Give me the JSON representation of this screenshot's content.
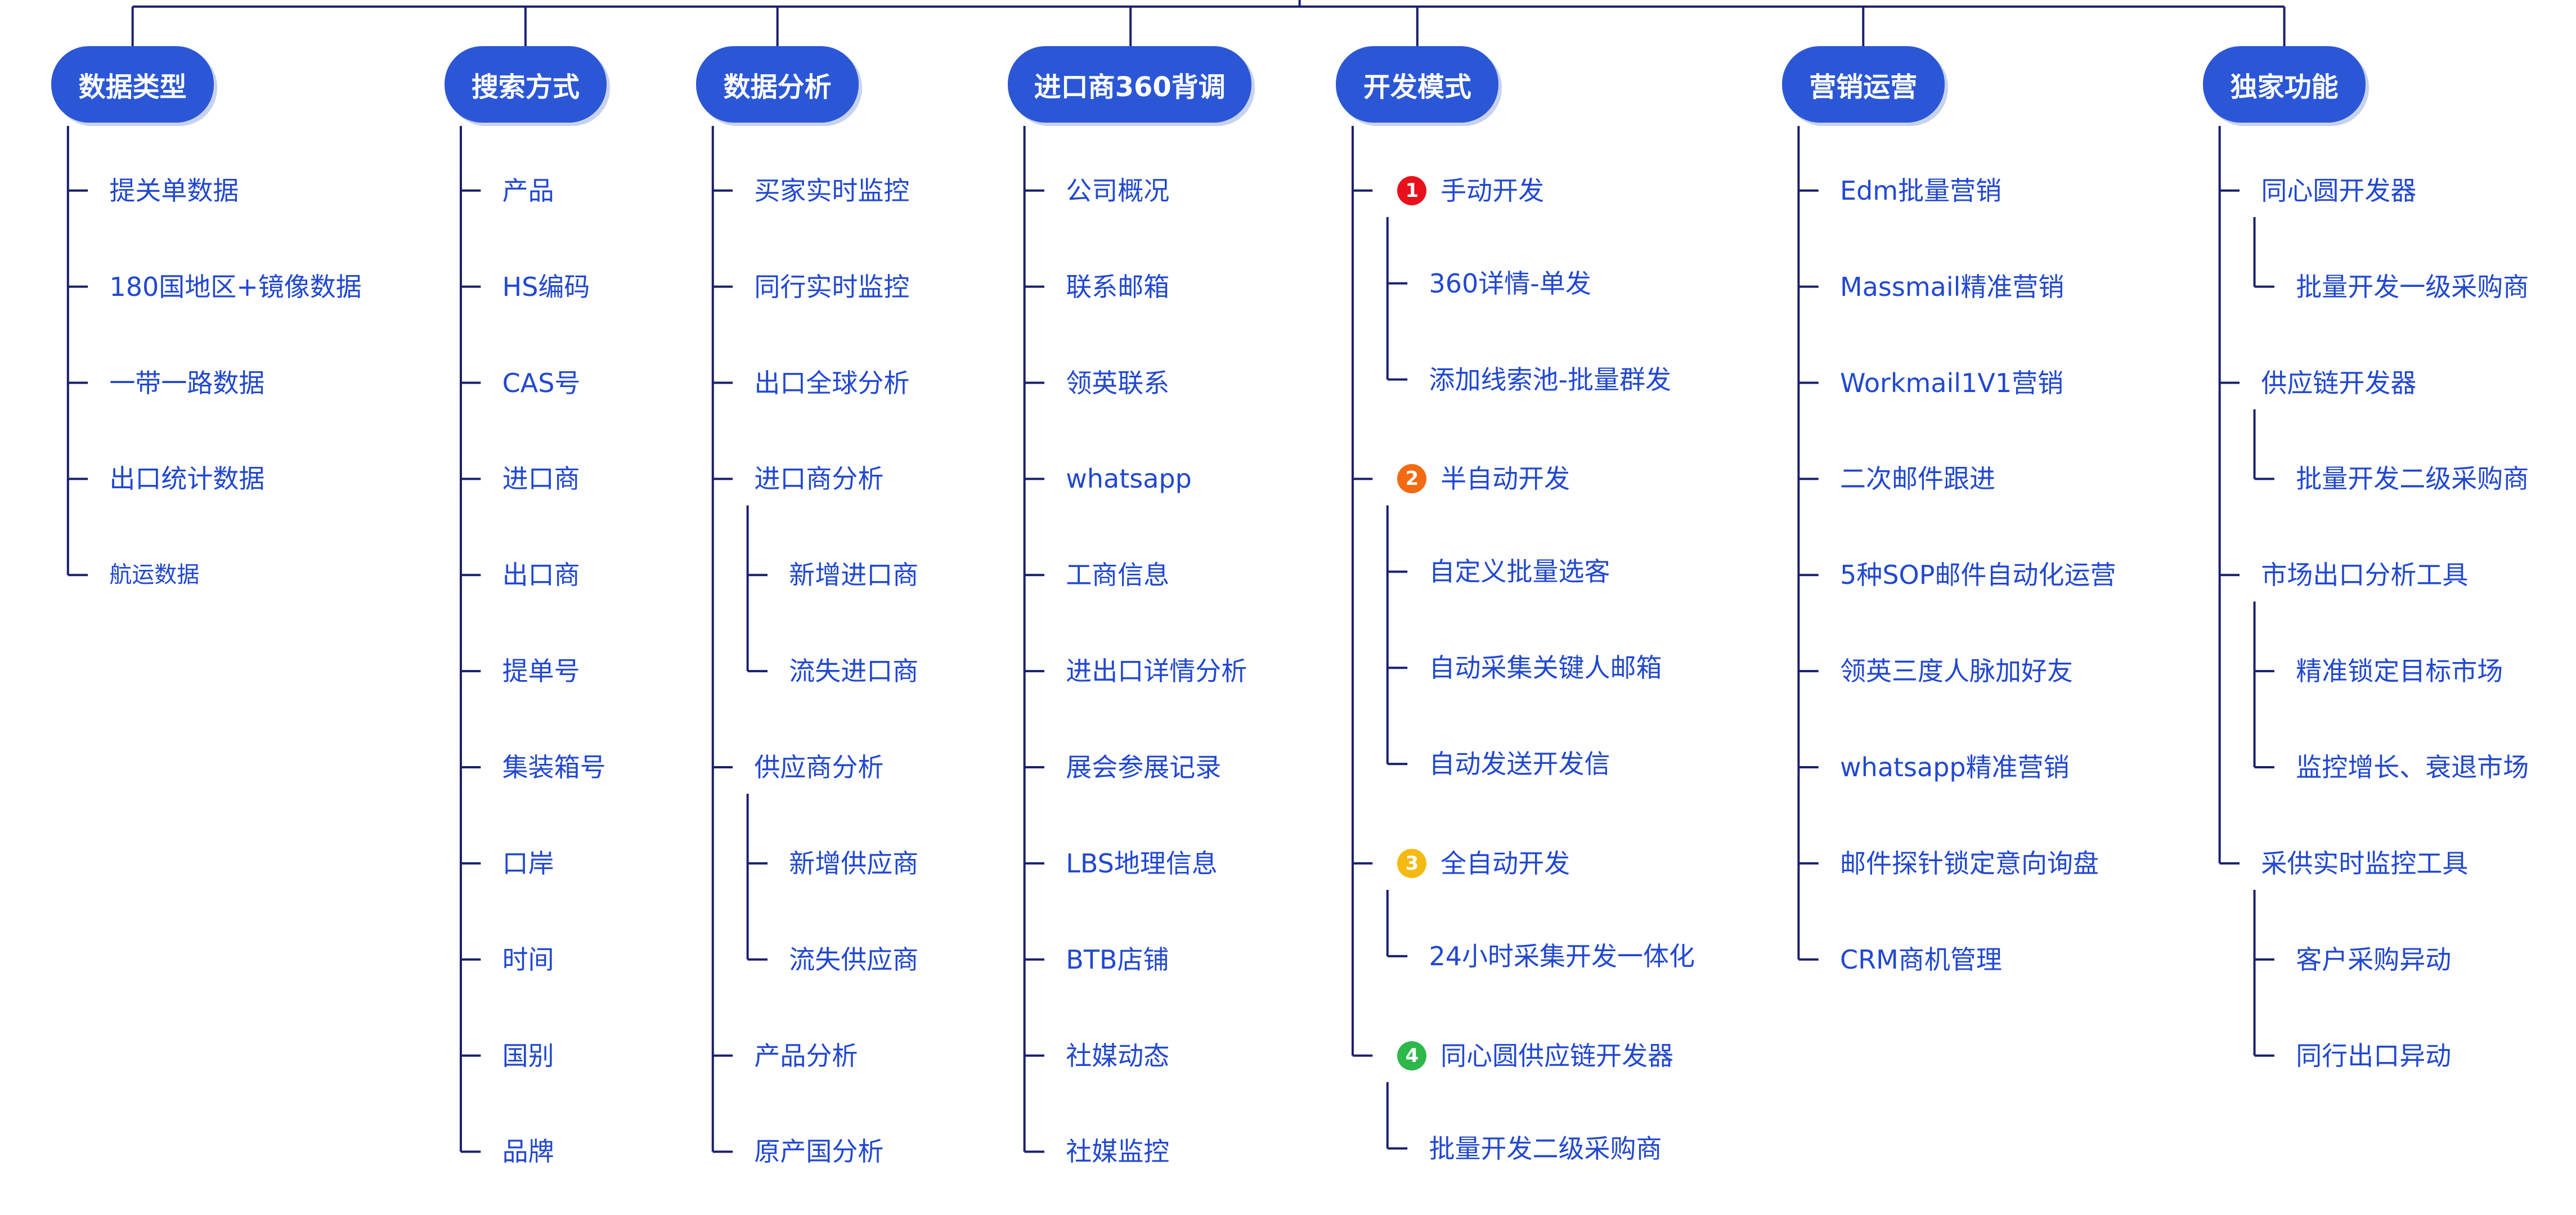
{
  "colors": {
    "pill": "#2b57d6",
    "line": "#1a1f6e",
    "text": "#2148d0",
    "badge1": "#e8101a",
    "badge2": "#f26a12",
    "badge3": "#f5b914",
    "badge4": "#2eb84a"
  },
  "columns": [
    {
      "title": "数据类型",
      "items": [
        {
          "label": "提关单数据"
        },
        {
          "label": "180国地区+镜像数据"
        },
        {
          "label": "一带一路数据"
        },
        {
          "label": "出口统计数据"
        },
        {
          "label": "航运数据"
        }
      ]
    },
    {
      "title": "搜索方式",
      "items": [
        {
          "label": "产品"
        },
        {
          "label": "HS编码"
        },
        {
          "label": "CAS号"
        },
        {
          "label": "进口商"
        },
        {
          "label": "出口商"
        },
        {
          "label": "提单号"
        },
        {
          "label": "集装箱号"
        },
        {
          "label": "口岸"
        },
        {
          "label": "时间"
        },
        {
          "label": "国别"
        },
        {
          "label": "品牌"
        }
      ]
    },
    {
      "title": "数据分析",
      "items": [
        {
          "label": "买家实时监控"
        },
        {
          "label": "同行实时监控"
        },
        {
          "label": "出口全球分析"
        },
        {
          "label": "进口商分析",
          "children": [
            {
              "label": "新增进口商"
            },
            {
              "label": "流失进口商"
            }
          ]
        },
        {
          "label": "供应商分析",
          "children": [
            {
              "label": "新增供应商"
            },
            {
              "label": "流失供应商"
            }
          ]
        },
        {
          "label": "产品分析"
        },
        {
          "label": "原产国分析"
        }
      ]
    },
    {
      "title": "进口商360背调",
      "items": [
        {
          "label": "公司概况"
        },
        {
          "label": "联系邮箱"
        },
        {
          "label": "领英联系"
        },
        {
          "label": "whatsapp"
        },
        {
          "label": "工商信息"
        },
        {
          "label": "进出口详情分析"
        },
        {
          "label": "展会参展记录"
        },
        {
          "label": "LBS地理信息"
        },
        {
          "label": "BTB店铺"
        },
        {
          "label": "社媒动态"
        },
        {
          "label": "社媒监控"
        }
      ]
    },
    {
      "title": "开发模式",
      "items": [
        {
          "badge": "1",
          "label": "手动开发",
          "children": [
            {
              "label": "360详情-单发"
            },
            {
              "label": "添加线索池-批量群发"
            }
          ]
        },
        {
          "badge": "2",
          "label": "半自动开发",
          "children": [
            {
              "label": "自定义批量选客"
            },
            {
              "label": "自动采集关键人邮箱"
            },
            {
              "label": "自动发送开发信"
            }
          ]
        },
        {
          "badge": "3",
          "label": "全自动开发",
          "children": [
            {
              "label": "24小时采集开发一体化"
            }
          ]
        },
        {
          "badge": "4",
          "label": "同心圆供应链开发器",
          "children": [
            {
              "label": "批量开发二级采购商"
            }
          ]
        }
      ]
    },
    {
      "title": "营销运营",
      "items": [
        {
          "label": "Edm批量营销"
        },
        {
          "label": "Massmail精准营销"
        },
        {
          "label": "Workmail1V1营销"
        },
        {
          "label": "二次邮件跟进"
        },
        {
          "label": "5种SOP邮件自动化运营"
        },
        {
          "label": "领英三度人脉加好友"
        },
        {
          "label": "whatsapp精准营销"
        },
        {
          "label": "邮件探针锁定意向询盘"
        },
        {
          "label": "CRM商机管理"
        }
      ]
    },
    {
      "title": "独家功能",
      "items": [
        {
          "label": "同心圆开发器",
          "children": [
            {
              "label": "批量开发一级采购商"
            }
          ]
        },
        {
          "label": "供应链开发器",
          "children": [
            {
              "label": "批量开发二级采购商"
            }
          ]
        },
        {
          "label": "市场出口分析工具",
          "children": [
            {
              "label": "精准锁定目标市场"
            },
            {
              "label": "监控增长、衰退市场"
            }
          ]
        },
        {
          "label": "采供实时监控工具",
          "children": [
            {
              "label": "客户采购异动"
            },
            {
              "label": "同行出口异动"
            }
          ]
        }
      ]
    }
  ]
}
